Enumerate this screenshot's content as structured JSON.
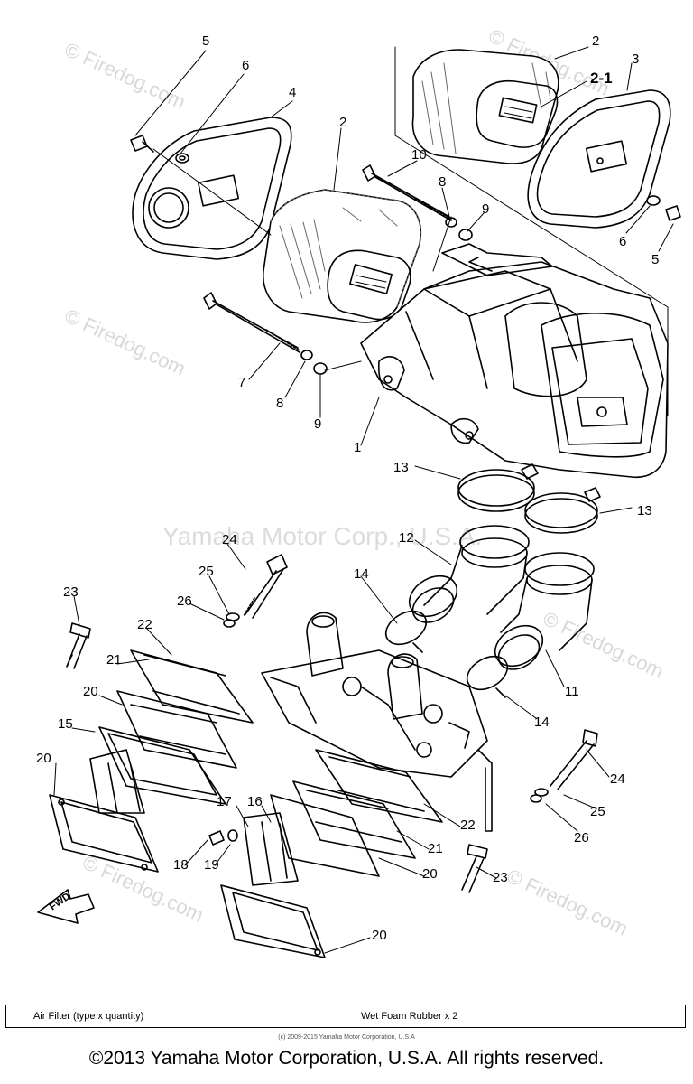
{
  "watermarks": {
    "firedog": "© Firedog.com",
    "firedog_plain": "Firedog.com",
    "yamaha": "Yamaha Motor Corp., U.S.A."
  },
  "callouts": {
    "c1": "1",
    "c2a": "2",
    "c2b": "2",
    "c2_1": "2-1",
    "c3": "3",
    "c4": "4",
    "c5a": "5",
    "c5b": "5",
    "c6a": "6",
    "c6b": "6",
    "c7": "7",
    "c8a": "8",
    "c8b": "8",
    "c9a": "9",
    "c9b": "9",
    "c10": "10",
    "c11": "11",
    "c12": "12",
    "c13a": "13",
    "c13b": "13",
    "c14a": "14",
    "c14b": "14",
    "c15": "15",
    "c16": "16",
    "c17": "17",
    "c18": "18",
    "c19": "19",
    "c20a": "20",
    "c20b": "20",
    "c20c": "20",
    "c20d": "20",
    "c21a": "21",
    "c21b": "21",
    "c22a": "22",
    "c22b": "22",
    "c23a": "23",
    "c23b": "23",
    "c24a": "24",
    "c24b": "24",
    "c25a": "25",
    "c25b": "25",
    "c26a": "26",
    "c26b": "26",
    "fwd": "FWD"
  },
  "spec_table": {
    "label": "Air Filter (type x quantity)",
    "value": "Wet Foam Rubber x 2"
  },
  "footer": {
    "small_copyright": "(c) 2009-2015 Yamaha Motor Corporation, U.S.A",
    "copyright": "©2013 Yamaha Motor Corporation, U.S.A. All rights reserved."
  }
}
